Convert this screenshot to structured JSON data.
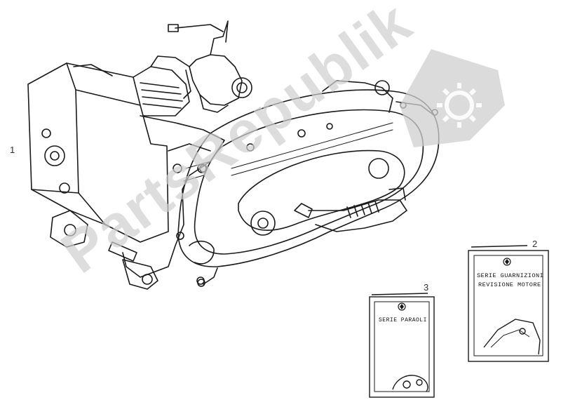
{
  "callouts": {
    "engine": "1",
    "gasket_kit": "2",
    "oil_seal_kit": "3"
  },
  "packages": {
    "gasket_kit": {
      "line1": "SERIE GUARNIZIONI",
      "line2": "REVISIONE MOTORE"
    },
    "oil_seal_kit": {
      "line1": "SERIE PARAOLI"
    }
  },
  "watermark": {
    "text": "PartsRepublik"
  },
  "colors": {
    "line": "#1a1a1a",
    "watermark": "#cfcfcf"
  },
  "icons": {
    "watermark_badge": "gear-icon",
    "pkg_logo": "piaggio-logo-icon"
  }
}
